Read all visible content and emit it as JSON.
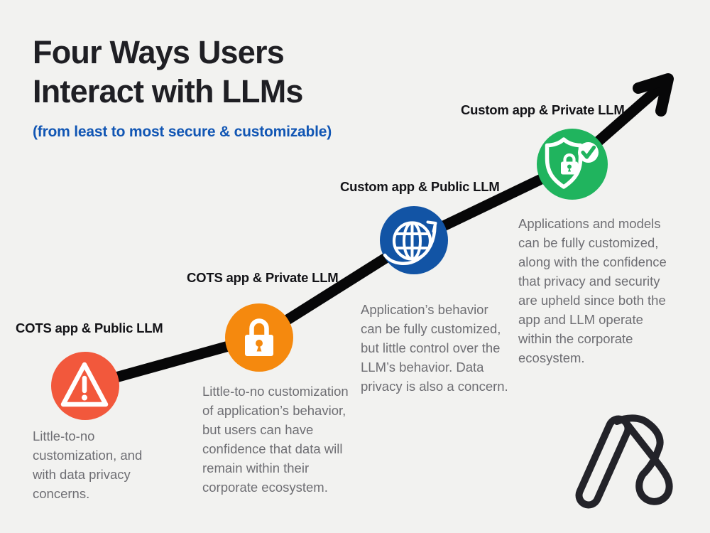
{
  "title": "Four Ways Users Interact with LLMs",
  "subtitle": "(from least to most secure & customizable)",
  "stages": [
    {
      "label": "COTS app & Public LLM",
      "description": "Little-to-no customization, and with data privacy concerns.",
      "icon": "warning-triangle-icon",
      "color": "#F2583C"
    },
    {
      "label": "COTS app & Private LLM",
      "description": "Little-to-no customization of application’s behavior, but users can have confidence that data will remain within their corporate ecosystem.",
      "icon": "padlock-icon",
      "color": "#F5890E"
    },
    {
      "label": "Custom app & Public LLM",
      "description": "Application’s behavior can be fully customized, but little control over the LLM’s behavior. Data privacy is also a concern.",
      "icon": "globe-arrow-icon",
      "color": "#1254A5"
    },
    {
      "label": "Custom app & Private LLM",
      "description": "Applications and models can be fully customized, along with the confidence that privacy and security are upheld since both the app and LLM operate within the corporate ecosystem.",
      "icon": "shield-lock-check-icon",
      "color": "#20B45E"
    }
  ],
  "colors": {
    "background": "#F2F2F0",
    "title_text": "#1F1F24",
    "subtitle_blue": "#1156B4",
    "body_gray": "#6E6E73",
    "arrow_black": "#070708",
    "logo_black": "#232329"
  }
}
